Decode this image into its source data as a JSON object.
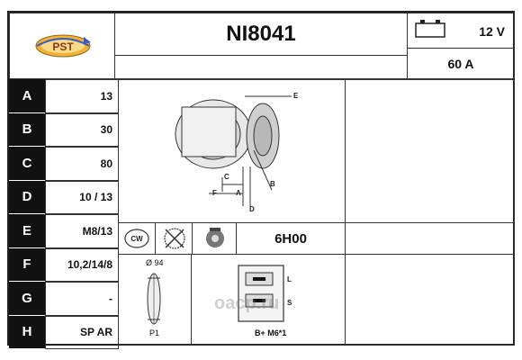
{
  "header": {
    "logo_text": "PST",
    "part_number": "NI8041",
    "voltage": "12 V",
    "amperage": "60 A",
    "battery_icon": "battery-icon"
  },
  "rows": [
    {
      "letter": "A",
      "value": "13"
    },
    {
      "letter": "B",
      "value": "30"
    },
    {
      "letter": "C",
      "value": "80"
    },
    {
      "letter": "D",
      "value": "10 / 13"
    },
    {
      "letter": "E",
      "value": "M8/13"
    },
    {
      "letter": "F",
      "value": "10,2/14/8"
    },
    {
      "letter": "G",
      "value": "-"
    },
    {
      "letter": "H",
      "value": "SP AR"
    }
  ],
  "diagram_labels": {
    "e": "E",
    "c": "C",
    "f": "F",
    "a": "A",
    "b": "B",
    "d": "D"
  },
  "rotation": {
    "cw_label": "CW",
    "code": "6H00"
  },
  "pulley": {
    "diameter": "Ø 94",
    "type": "P1"
  },
  "connector": {
    "l_label": "L",
    "s_label": "S",
    "terminal": "B+ M6*1"
  },
  "watermark": "oacp.ru"
}
